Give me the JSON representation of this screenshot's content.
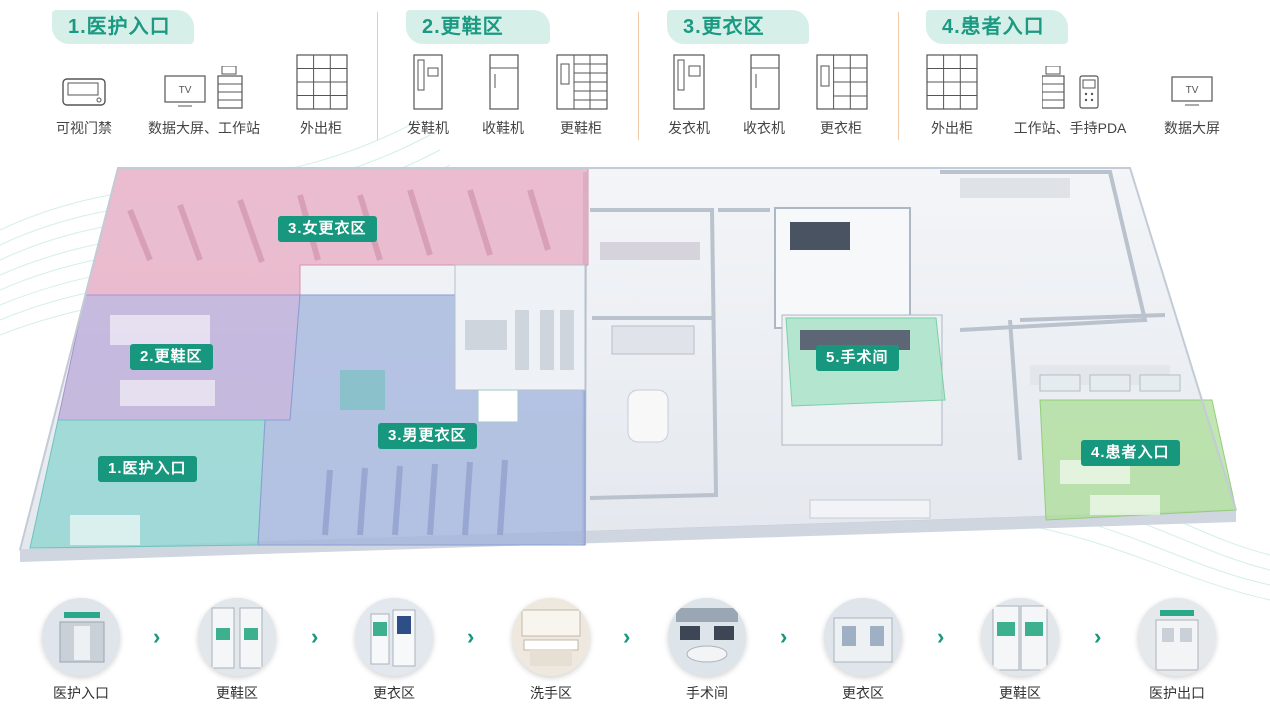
{
  "sections": [
    {
      "title": "1.医护入口",
      "items": [
        {
          "label": "可视门禁",
          "icon": "visual-access-control-icon"
        },
        {
          "label": "数据大屏、工作站",
          "icon": "tv-workstation-icon",
          "tv_text": "TV"
        },
        {
          "label": "外出柜",
          "icon": "locker-icon"
        }
      ]
    },
    {
      "title": "2.更鞋区",
      "items": [
        {
          "label": "发鞋机",
          "icon": "shoe-dispenser-icon"
        },
        {
          "label": "收鞋机",
          "icon": "shoe-collector-icon"
        },
        {
          "label": "更鞋柜",
          "icon": "shoe-cabinet-icon"
        }
      ]
    },
    {
      "title": "3.更衣区",
      "items": [
        {
          "label": "发衣机",
          "icon": "clothes-dispenser-icon"
        },
        {
          "label": "收衣机",
          "icon": "clothes-collector-icon"
        },
        {
          "label": "更衣柜",
          "icon": "clothes-cabinet-icon"
        }
      ]
    },
    {
      "title": "4.患者入口",
      "items": [
        {
          "label": "外出柜",
          "icon": "locker-icon"
        },
        {
          "label": "工作站、手持PDA",
          "icon": "workstation-pda-icon"
        },
        {
          "label": "数据大屏",
          "icon": "tv-icon",
          "tv_text": "TV"
        }
      ]
    }
  ],
  "zones": {
    "women_changing": "3.女更衣区",
    "shoe_change": "2.更鞋区",
    "staff_entrance": "1.医护入口",
    "men_changing": "3.男更衣区",
    "operating_room": "5.手术间",
    "patient_entrance": "4.患者入口"
  },
  "flow": [
    "医护入口",
    "更鞋区",
    "更衣区",
    "洗手区",
    "手术间",
    "更衣区",
    "更鞋区",
    "医护出口"
  ],
  "colors": {
    "accent": "#18977f",
    "pill_bg": "#d7efe9",
    "divider": "#f0c9a8",
    "zone_pink": "#e7a6bf",
    "zone_purple": "#b6a3d6",
    "zone_teal": "#86d2cf",
    "zone_blue": "#9fb1dc",
    "zone_green": "#a9dc93",
    "zone_mint": "#9fe0c3"
  }
}
